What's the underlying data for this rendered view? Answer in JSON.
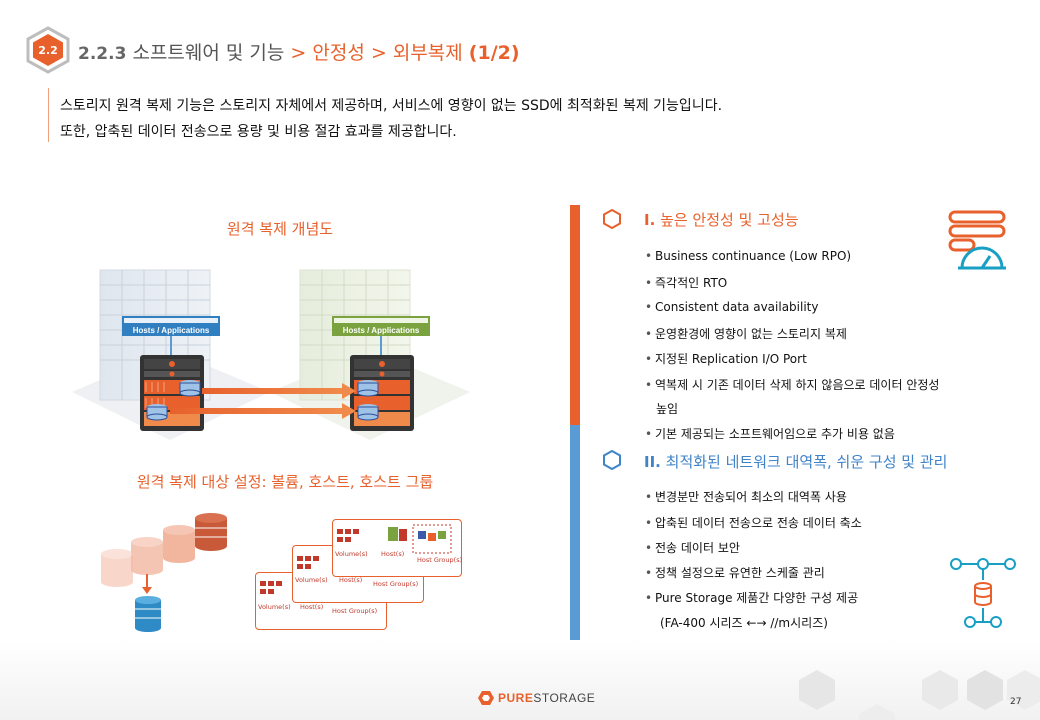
{
  "header": {
    "badge": "2.2",
    "section_num": "2.2.3",
    "title_part1": "소프트웨어 및 기능",
    "sep1": " > ",
    "title_part2": "안정성",
    "sep2": " > ",
    "title_part3": "외부복제",
    "page_marker": "(1/2)"
  },
  "intro": {
    "line1": "스토리지 원격 복제 기능은 스토리지 자체에서 제공하며, 서비스에 영향이 없는 SSD에 최적화된 복제 기능입니다.",
    "line2": "또한, 압축된 데이터 전송으로 용량 및 비용 절감 효과를 제공합니다."
  },
  "left": {
    "diagram_title": "원격 복제 개념도",
    "hosts_label_left": "Hosts / Applications",
    "hosts_label_right": "Hosts / Applications",
    "diagram2_title": "원격 복제 대상 설정: 볼륨, 호스트, 호스트 그룹",
    "box_labels": {
      "volumes": "Volume(s)",
      "hosts": "Host(s)",
      "host_group": "Host Group(s)"
    }
  },
  "right": {
    "section1": {
      "roman": "I.",
      "title": "높은 안정성 및 고성능",
      "bullets": [
        "Business continuance (Low RPO)",
        "즉각적인 RTO",
        "Consistent data availability",
        "운영환경에 영향이 없는 스토리지 복제",
        "지정된 Replication I/O Port",
        "역복제 시 기존 데이터 삭제 하지 않음으로 데이터 안정성",
        "기본 제공되는 소프트웨어임으로  추가 비용 없음"
      ],
      "bullet6_cont": "높임"
    },
    "section2": {
      "roman": "II.",
      "title": "최적화된 네트워크 대역폭, 쉬운 구성 및 관리",
      "bullets": [
        "변경분만 전송되어 최소의 대역폭 사용",
        "압축된 데이터 전송으로 전송 데이터 축소",
        "전송 데이터 보안",
        "정책 설정으로 유연한 스케줄 관리",
        "Pure Storage 제품간 다양한 구성 제공"
      ],
      "bullet5_cont": "(FA-400 시리즈 ←→ //m시리즈)"
    }
  },
  "footer": {
    "logo_pure": "PURE",
    "logo_storage": "STORAGE",
    "page_number": "27"
  },
  "colors": {
    "accent_orange": "#e8612c",
    "accent_blue": "#3f83c8",
    "bar_blue": "#5b9bd5",
    "host_green": "#7aa33f",
    "host_blue": "#2f7fc1"
  }
}
